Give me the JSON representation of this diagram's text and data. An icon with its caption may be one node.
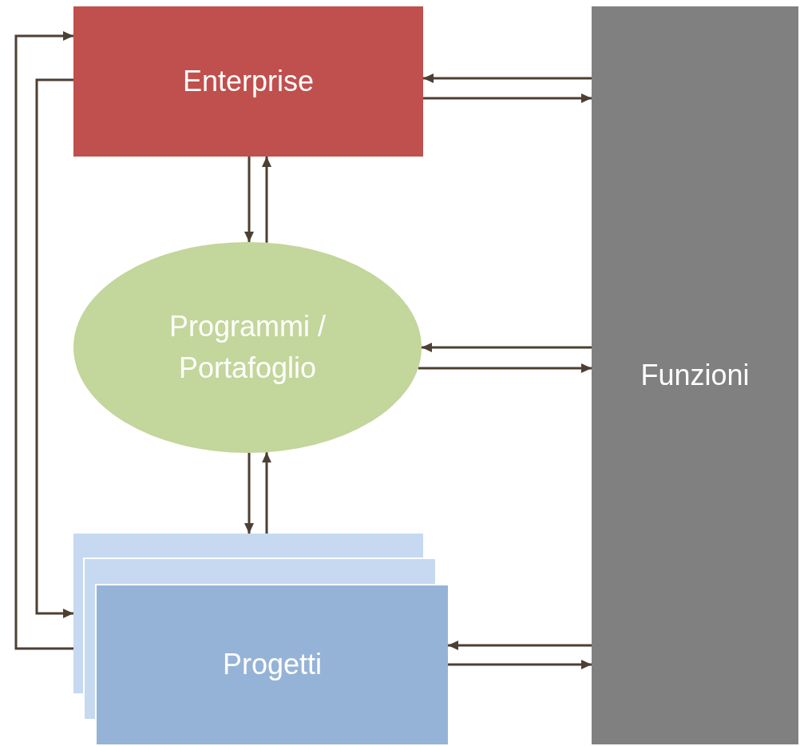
{
  "diagram": {
    "nodes": [
      {
        "text": [
          "Enterprise"
        ]
      },
      {
        "text": [
          "Programmi / Portafoglio"
        ]
      },
      {
        "text": [
          "Progetti"
        ]
      },
      {
        "text": [
          "Funzioni"
        ]
      }
    ],
    "edges": [
      {
        "from": 0,
        "to": 1,
        "arrow": "to"
      },
      {
        "from": 1,
        "to": 0,
        "arrow": "to"
      },
      {
        "from": 3,
        "to": 0,
        "arrow": "to"
      },
      {
        "from": 0,
        "to": 3,
        "arrow": "to"
      },
      {
        "from": 3,
        "to": 1,
        "arrow": "to"
      },
      {
        "from": 1,
        "to": 3,
        "arrow": "to"
      },
      {
        "from": 1,
        "to": 2,
        "arrow": "to"
      },
      {
        "from": 2,
        "to": 1,
        "arrow": "to"
      },
      {
        "from": 3,
        "to": 2,
        "arrow": "to"
      },
      {
        "from": 2,
        "to": 3,
        "arrow": "to"
      },
      {
        "from": 0,
        "to": 2,
        "arrow": "to"
      },
      {
        "from": 2,
        "to": 0,
        "arrow": "to"
      }
    ]
  }
}
